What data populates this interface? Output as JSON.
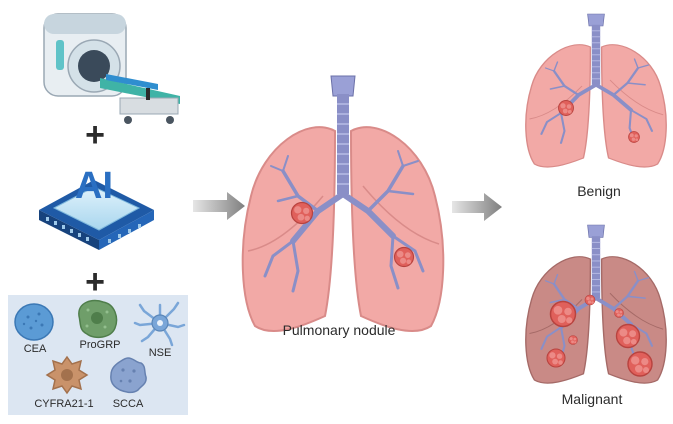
{
  "inputs": {
    "plus_sign": "+",
    "ai_chip_text": "AI",
    "biomarkers": [
      {
        "label": "CEA",
        "color": "#5b9bd5"
      },
      {
        "label": "ProGRP",
        "color": "#6f9e6a"
      },
      {
        "label": "NSE",
        "color": "#7aa6d8"
      },
      {
        "label": "CYFRA21-1",
        "color": "#c9926a"
      },
      {
        "label": "SCCA",
        "color": "#8aa3cf"
      }
    ]
  },
  "center": {
    "label": "Pulmonary nodule"
  },
  "outcomes": {
    "benign_label": "Benign",
    "malignant_label": "Malignant"
  },
  "colors": {
    "lung_fill": "#f2a9a6",
    "lung_stroke": "#d98b89",
    "lung_dark_fill": "#c98a86",
    "airway": "#8a8fc7",
    "nodule": "#e0605b",
    "arrow": "#8c8c8c",
    "panel_bg": "#dce6f2"
  }
}
